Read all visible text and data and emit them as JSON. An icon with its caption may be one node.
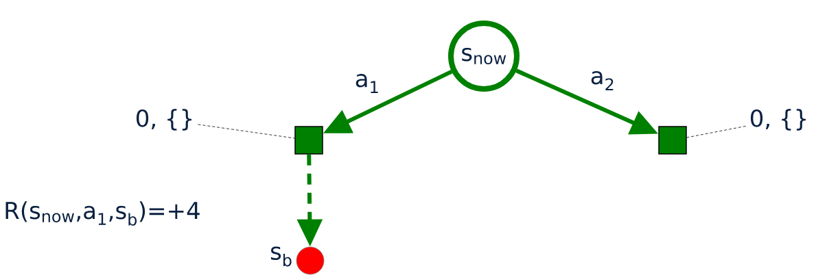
{
  "diagram": {
    "nodes": [
      {
        "text": [
          "s$_{now}$"
        ]
      },
      {
        "text": [],
        "shape": "box"
      },
      {
        "text": [],
        "shape": "box"
      },
      {
        "text": [
          "0, {}"
        ]
      },
      {
        "text": [
          "0, {}"
        ]
      },
      {
        "text": [],
        "shape": "circle",
        "beside": [
          "s$_{b}$"
        ]
      }
    ],
    "edges": [
      {
        "from": 0,
        "to": 1,
        "arrow": "to",
        "label": "a$_{1}$"
      },
      {
        "from": 0,
        "to": 2,
        "arrow": "to",
        "label": "a$_{2}$"
      },
      {
        "from": 1,
        "to": 5,
        "arrow": "to",
        "style": "dashed"
      },
      {
        "from": 3,
        "to": 1,
        "arrow": "none",
        "style": "dashed",
        "color": "#000000"
      },
      {
        "from": 4,
        "to": 2,
        "arrow": "none",
        "style": "dashed",
        "color": "#000000"
      }
    ],
    "labels": [
      "R(s$_{now}$,a$_{1}$,s$_{b}$)=+4"
    ]
  }
}
